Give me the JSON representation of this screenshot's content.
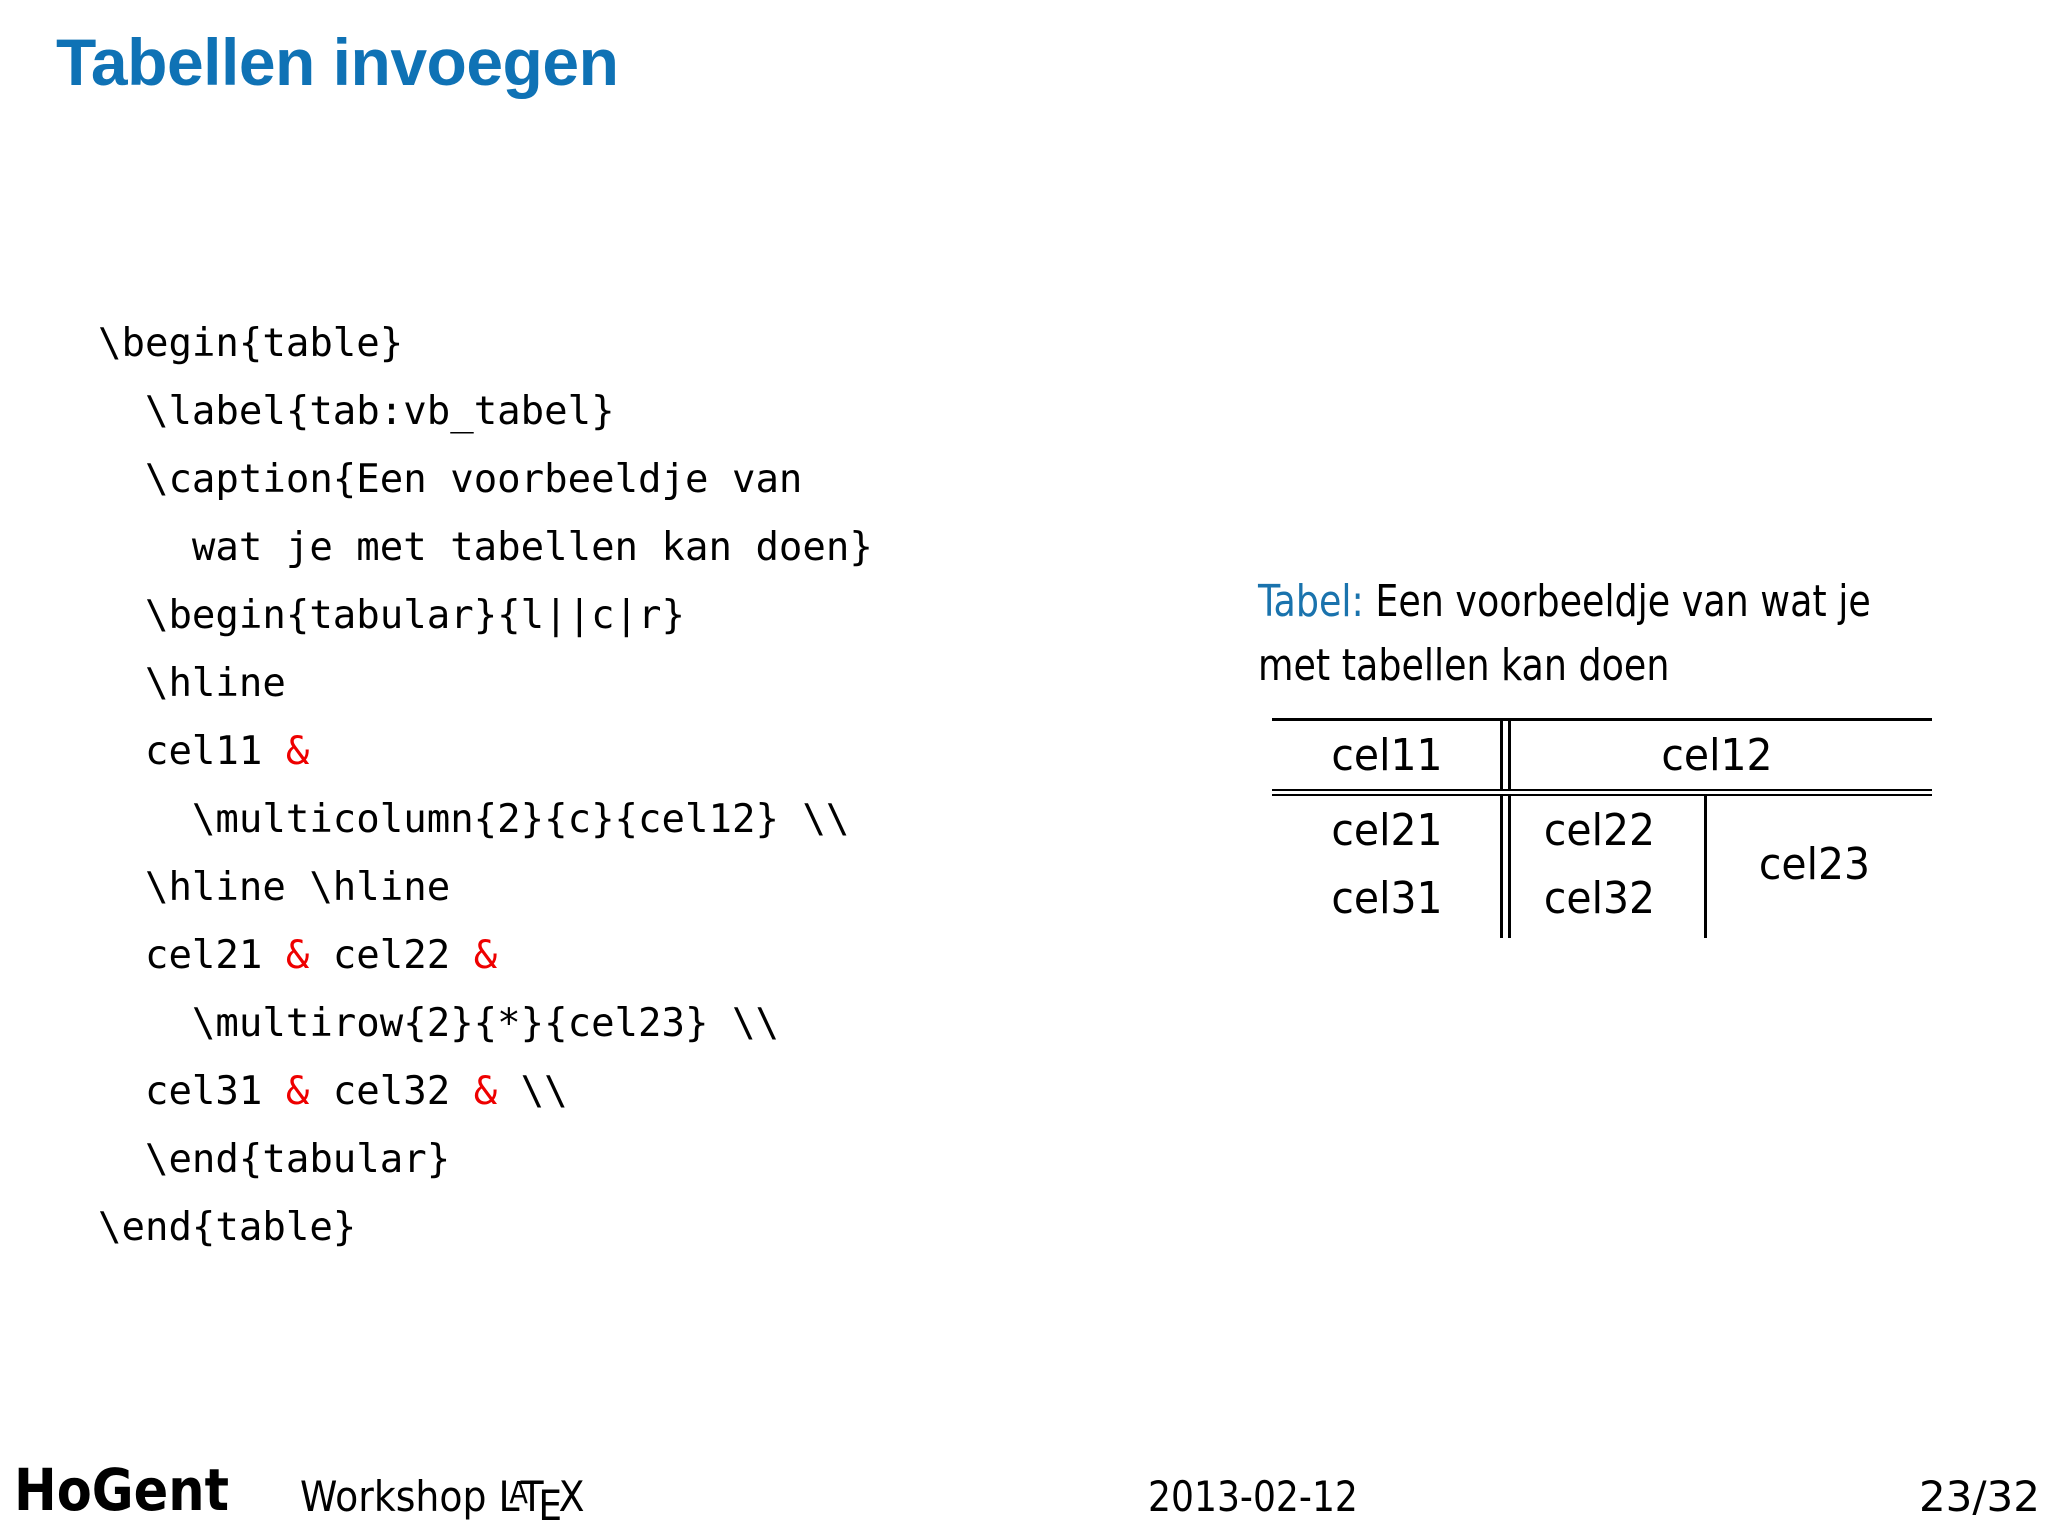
{
  "slide": {
    "title": "Tabellen invoegen",
    "title_color": "#0f72b5"
  },
  "code": {
    "language": "latex",
    "ampersand_color": "#ee0000",
    "lines": [
      {
        "indent": 0,
        "parts": [
          {
            "t": "\\begin{table}",
            "red": false
          }
        ]
      },
      {
        "indent": 1,
        "parts": [
          {
            "t": "\\label{tab:vb_tabel}",
            "red": false
          }
        ]
      },
      {
        "indent": 1,
        "parts": [
          {
            "t": "\\caption{Een voorbeeldje van",
            "red": false
          }
        ]
      },
      {
        "indent": 2,
        "parts": [
          {
            "t": "wat je met tabellen kan doen}",
            "red": false
          }
        ]
      },
      {
        "indent": 1,
        "parts": [
          {
            "t": "\\begin{tabular}{l||c|r}",
            "red": false
          }
        ]
      },
      {
        "indent": 1,
        "parts": [
          {
            "t": "\\hline",
            "red": false
          }
        ]
      },
      {
        "indent": 1,
        "parts": [
          {
            "t": "cel11 ",
            "red": false
          },
          {
            "t": "&",
            "red": true
          }
        ]
      },
      {
        "indent": 2,
        "parts": [
          {
            "t": "\\multicolumn{2}{c}{cel12} \\\\",
            "red": false
          }
        ]
      },
      {
        "indent": 1,
        "parts": [
          {
            "t": "\\hline \\hline",
            "red": false
          }
        ]
      },
      {
        "indent": 1,
        "parts": [
          {
            "t": "cel21 ",
            "red": false
          },
          {
            "t": "&",
            "red": true
          },
          {
            "t": " cel22 ",
            "red": false
          },
          {
            "t": "&",
            "red": true
          }
        ]
      },
      {
        "indent": 2,
        "parts": [
          {
            "t": "\\multirow{2}{*}{cel23} \\\\",
            "red": false
          }
        ]
      },
      {
        "indent": 1,
        "parts": [
          {
            "t": "cel31 ",
            "red": false
          },
          {
            "t": "&",
            "red": true
          },
          {
            "t": " cel32 ",
            "red": false
          },
          {
            "t": "&",
            "red": true
          },
          {
            "t": " \\\\",
            "red": false
          }
        ]
      },
      {
        "indent": 1,
        "parts": [
          {
            "t": "\\end{tabular}",
            "red": false
          }
        ]
      },
      {
        "indent": 0,
        "parts": [
          {
            "t": "\\end{table}",
            "red": false
          }
        ]
      }
    ]
  },
  "output": {
    "caption_prefix": "Tabel:",
    "caption_prefix_color": "#1a73ad",
    "caption_text": "Een voorbeeldje van wat je met tabellen kan doen",
    "table": {
      "rows": [
        {
          "cells": [
            {
              "text": "cel11"
            },
            {
              "text": "cel12"
            }
          ]
        },
        {
          "cells": [
            {
              "text": "cel21"
            },
            {
              "text": "cel22"
            },
            {
              "text": "cel23"
            }
          ]
        },
        {
          "cells": [
            {
              "text": "cel31"
            },
            {
              "text": "cel32"
            }
          ]
        }
      ]
    }
  },
  "footer": {
    "logo": "HoGent",
    "workshop_prefix": "Workshop",
    "latex_l": "L",
    "latex_a": "A",
    "latex_t": "T",
    "latex_e": "E",
    "latex_x": "X",
    "date": "2013-02-12",
    "page": "23/32"
  }
}
